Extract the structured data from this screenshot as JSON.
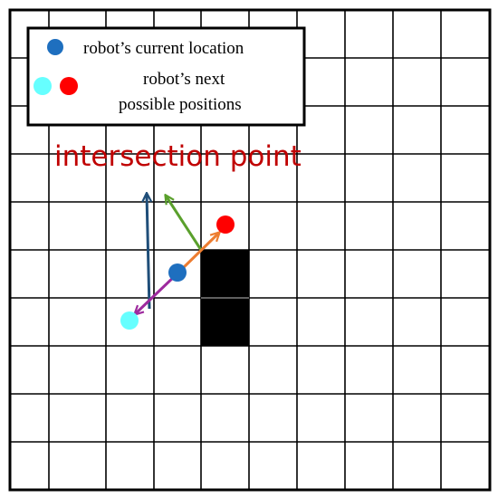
{
  "legend": {
    "current_label": "robot’s current location",
    "next_label_line1": "robot’s next",
    "next_label_line2": "possible positions"
  },
  "annotation": {
    "text": "intersection point"
  },
  "colors": {
    "current_position": "#1e6fbf",
    "next_position_red": "#ff0000",
    "next_position_cyan": "#66ffff",
    "obstacle": "#000000",
    "annotation_text": "#c00000",
    "arrow_navy": "#1f4e79",
    "arrow_green": "#5aa02c",
    "arrow_orange": "#ed7d31",
    "arrow_purple": "#9e2a9e"
  }
}
